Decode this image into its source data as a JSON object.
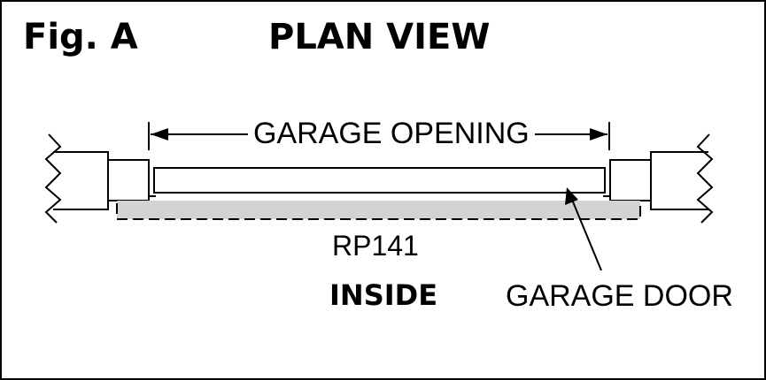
{
  "figure": {
    "label": "Fig. A",
    "title": "PLAN VIEW"
  },
  "labels": {
    "opening": "GARAGE OPENING",
    "part_number": "RP141",
    "side": "INSIDE",
    "door": "GARAGE DOOR"
  },
  "colors": {
    "line": "#000000",
    "seal": "#d3d3d3",
    "background": "#ffffff"
  }
}
